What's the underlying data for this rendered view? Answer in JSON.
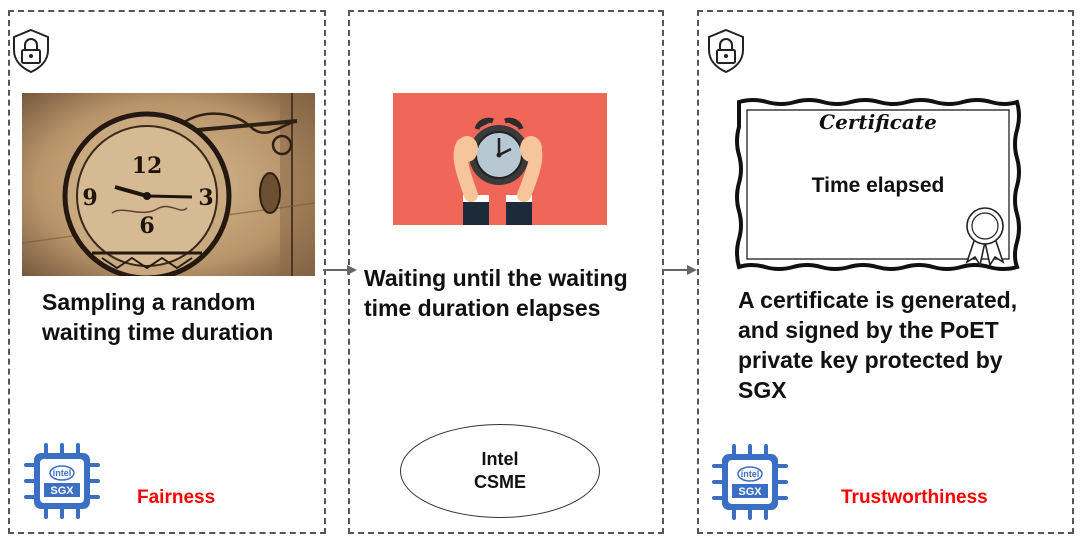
{
  "steps": [
    {
      "text": "Sampling a random\nwaiting time duration"
    },
    {
      "text": "Waiting until the waiting\ntime duration elapses"
    },
    {
      "text": "A certificate is generated,\nand signed by the PoET\nprivate key protected by\nSGX"
    }
  ],
  "clock_photo": {
    "numbers": [
      "12",
      "9",
      "3",
      "6"
    ]
  },
  "chips": {
    "brand": "intel",
    "tech": "SGX",
    "color": "#3a6fc4"
  },
  "properties": {
    "fairness": "Fairness",
    "trustworthiness": "Trustworthiness",
    "color": "#ff0000"
  },
  "csme": {
    "line1": "Intel",
    "line2": "CSME"
  },
  "certificate": {
    "title": "Certificate",
    "body": "Time elapsed"
  },
  "icons": {
    "lock": "shield-lock-icon",
    "chip": "sgx-chip-icon",
    "arrow": "arrow-right-icon",
    "alarm": "alarm-clock-icon"
  },
  "colors": {
    "alarm_background": "#f0675a",
    "panel_border": "#555555"
  }
}
